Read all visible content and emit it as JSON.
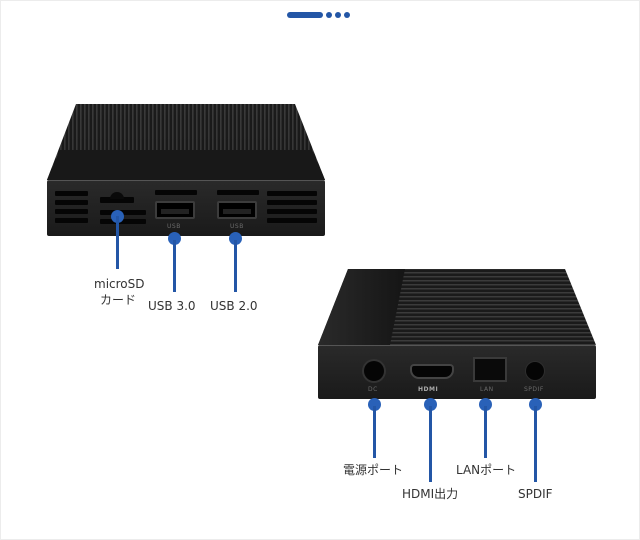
{
  "pager": {
    "active_index": 0,
    "total": 4,
    "color": "#2356a6"
  },
  "top_device": {
    "view": "front",
    "port_markings": [
      "USB",
      "USB"
    ],
    "callouts": [
      {
        "id": "microsd",
        "label_line1": "microSD",
        "label_line2": "カード"
      },
      {
        "id": "usb3",
        "label": "USB 3.0"
      },
      {
        "id": "usb2",
        "label": "USB 2.0"
      }
    ]
  },
  "bottom_device": {
    "view": "rear",
    "port_markings": [
      "DC",
      "HDMI",
      "LAN",
      "SPDIF"
    ],
    "callouts": [
      {
        "id": "power",
        "label": "電源ポート"
      },
      {
        "id": "hdmi",
        "label": "HDMI出力"
      },
      {
        "id": "lan",
        "label": "LANポート"
      },
      {
        "id": "spdif",
        "label": "SPDIF"
      }
    ]
  },
  "colors": {
    "accent": "#2356a6",
    "device": "#1c1c1c",
    "text": "#333333"
  }
}
